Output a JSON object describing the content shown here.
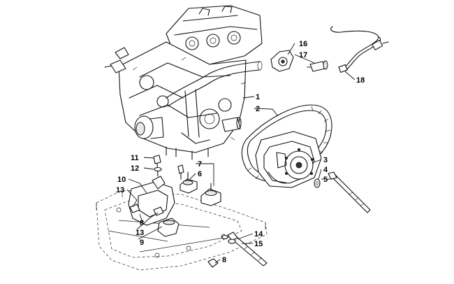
{
  "callouts": {
    "c1": "1",
    "c2": "2",
    "c3": "3",
    "c4": "4",
    "c5": "5",
    "c6": "6",
    "c7": "7",
    "c8a": "8",
    "c8b": "8",
    "c9": "9",
    "c10": "10",
    "c11": "11",
    "c12": "12",
    "c13a": "13",
    "c13b": "13",
    "c14": "14",
    "c15": "15",
    "c16": "16",
    "c17": "17",
    "c18": "18"
  }
}
